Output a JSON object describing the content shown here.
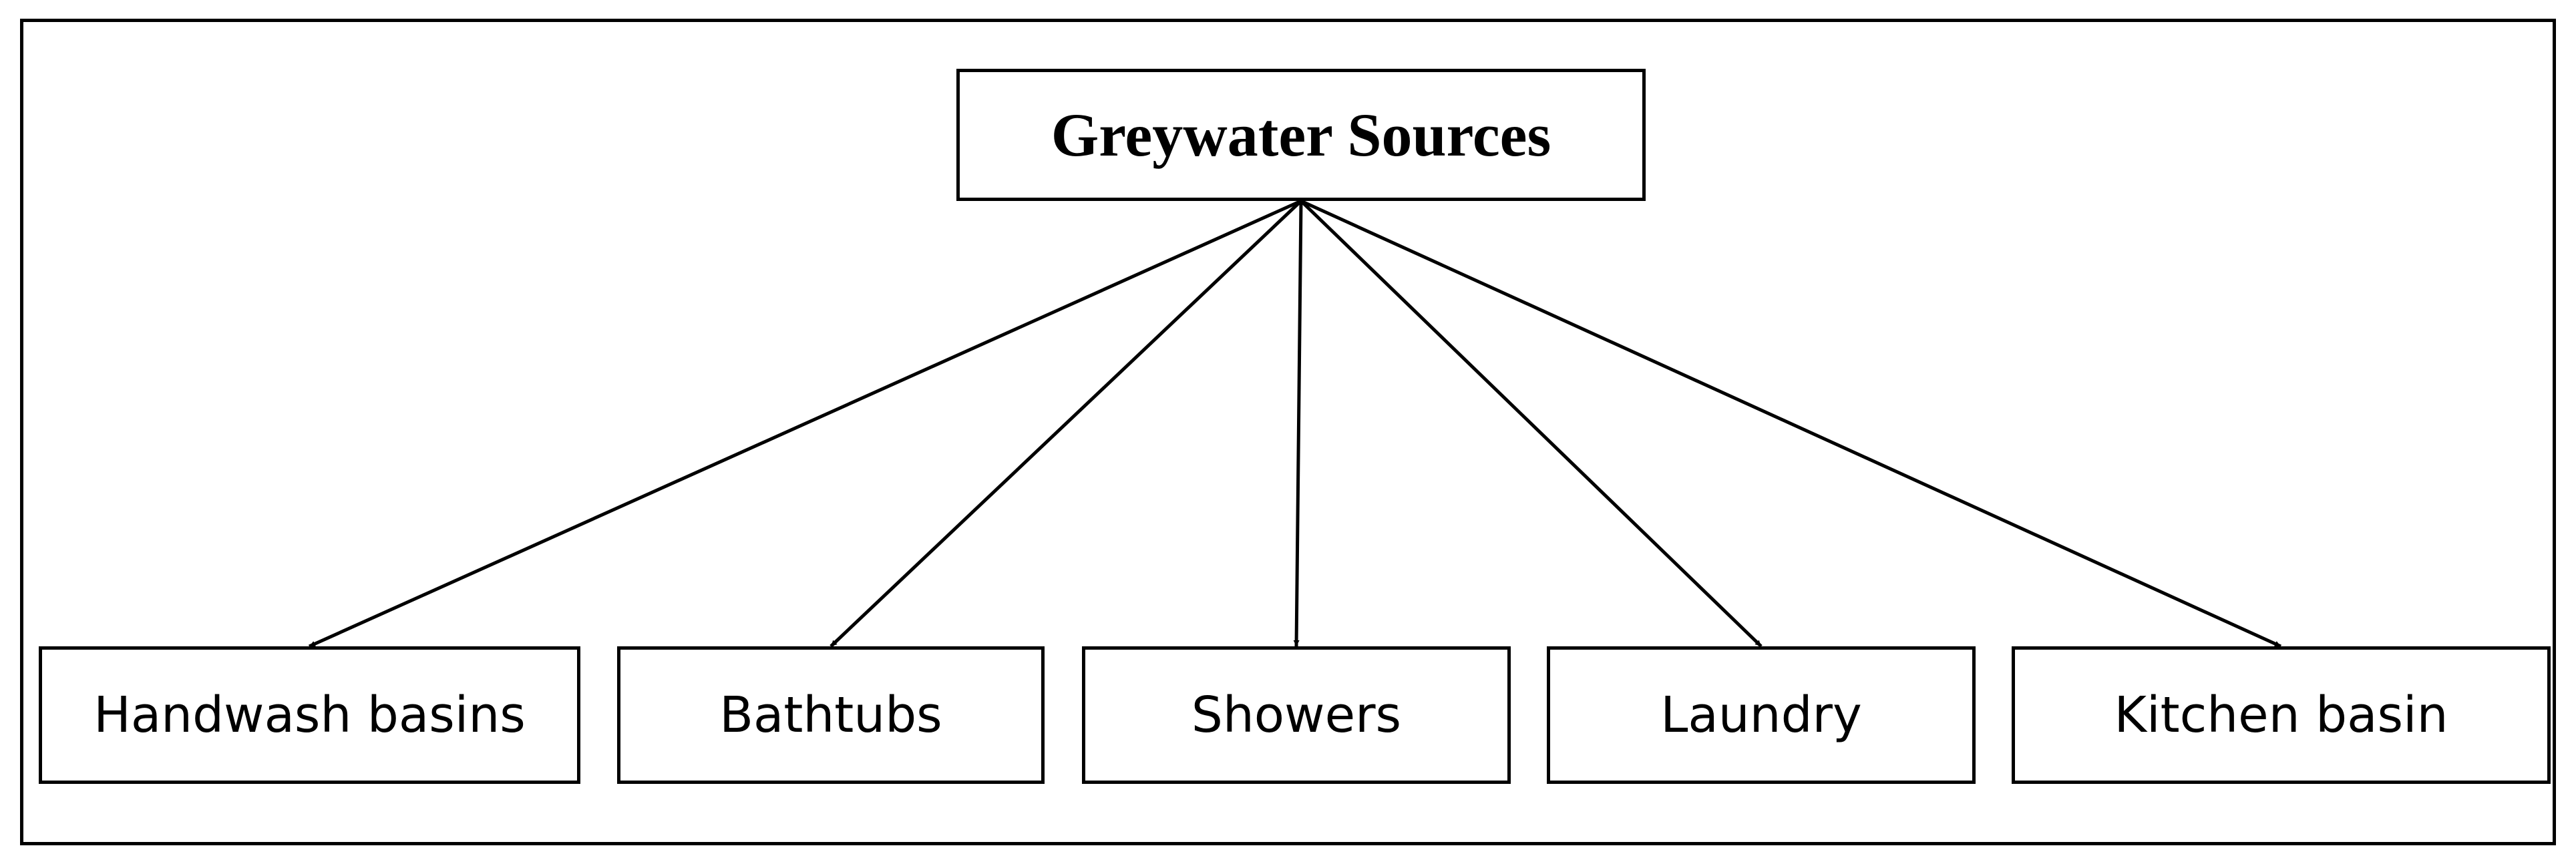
{
  "diagram": {
    "root": {
      "label": "Greywater Sources"
    },
    "children": [
      {
        "label": "Handwash basins"
      },
      {
        "label": "Bathtubs"
      },
      {
        "label": "Showers"
      },
      {
        "label": "Laundry"
      },
      {
        "label": "Kitchen basin"
      }
    ],
    "edges": [
      {
        "from": "Greywater Sources",
        "to": "Handwash basins"
      },
      {
        "from": "Greywater Sources",
        "to": "Bathtubs"
      },
      {
        "from": "Greywater Sources",
        "to": "Showers"
      },
      {
        "from": "Greywater Sources",
        "to": "Laundry"
      },
      {
        "from": "Greywater Sources",
        "to": "Kitchen basin"
      }
    ],
    "colors": {
      "stroke": "#000000",
      "background": "#ffffff"
    }
  }
}
